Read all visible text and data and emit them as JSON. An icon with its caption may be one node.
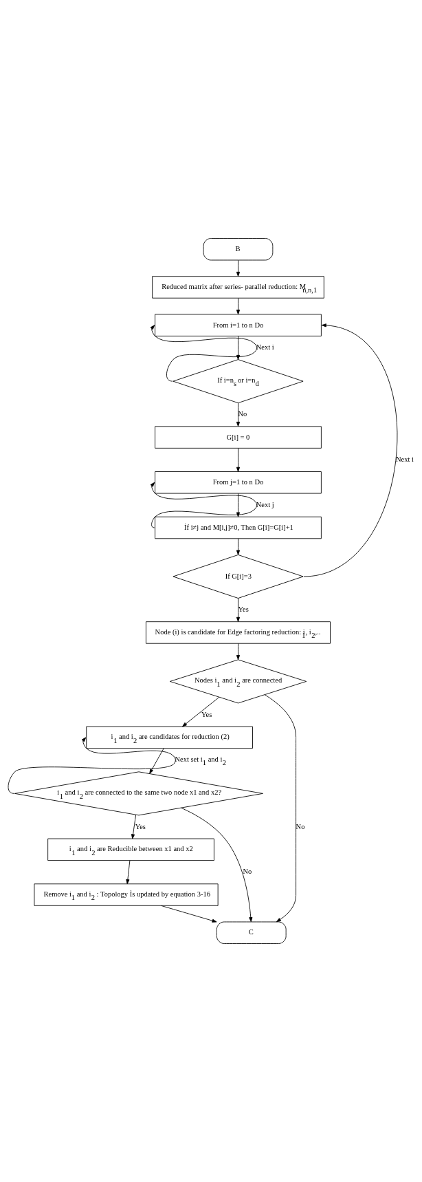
{
  "diagram": {
    "nodes": [
      {
        "text": [
          "B"
        ]
      },
      {
        "text": [
          "Reduced matrix after series- parallel reduction: M$_{n,n,1}$"
        ]
      },
      {
        "text": [
          "From i=1 to n Do"
        ]
      },
      {
        "text": [
          "If i=n$_{s}$ or i=n$_{d}$"
        ]
      },
      {
        "text": [
          "G[i] = 0"
        ]
      },
      {
        "text": [
          "From j=1 to n Do"
        ]
      },
      {
        "text": [
          "İf i≠j and M[i,j]≠0, Then G[i]=G[i]+1"
        ]
      },
      {
        "text": [
          "If G[i]=3"
        ]
      },
      {
        "text": [
          "Node (i) is candidate for Edge factoring reduction: i$_{1}$, i$_{2}$,.."
        ]
      },
      {
        "text": [
          "Nodes i$_{1}$ and i$_{2}$ are connected"
        ]
      },
      {
        "text": [
          "i$_{1}$ and i$_{2}$ are candidates for reduction (2)"
        ]
      },
      {
        "text": [
          "i$_{1}$ and i$_{2}$ are connected to the same two node x1 and x2?"
        ]
      },
      {
        "text": [
          "i$_{1}$ and i$_{2}$ are Reducible between x1 and x2"
        ]
      },
      {
        "text": [
          "Remove i$_{1}$ and i$_{2}$ : Topology İs updated by equation 3-16"
        ]
      },
      {
        "text": [
          "C"
        ]
      }
    ],
    "edges": [
      {
        "from": 0,
        "to": 1,
        "arrow": "to"
      },
      {
        "from": 1,
        "to": 2,
        "arrow": "to"
      },
      {
        "from": 2,
        "to": 3,
        "arrow": "to"
      },
      {
        "from": 3,
        "to": 2,
        "arrow": "to",
        "label": "Next i"
      },
      {
        "from": 3,
        "to": 4,
        "arrow": "to",
        "label": "No"
      },
      {
        "from": 4,
        "to": 5,
        "arrow": "to"
      },
      {
        "from": 5,
        "to": 6,
        "arrow": "to"
      },
      {
        "from": 6,
        "to": 5,
        "arrow": "to",
        "label": "Next j"
      },
      {
        "from": 6,
        "to": 7,
        "arrow": "to"
      },
      {
        "from": 7,
        "to": 2,
        "arrow": "to",
        "label": "Next i"
      },
      {
        "from": 7,
        "to": 8,
        "arrow": "to",
        "label": "Yes"
      },
      {
        "from": 8,
        "to": 9,
        "arrow": "to"
      },
      {
        "from": 9,
        "to": 10,
        "arrow": "to",
        "label": "Yes"
      },
      {
        "from": 9,
        "to": 14,
        "arrow": "to",
        "label": "No"
      },
      {
        "from": 10,
        "to": 11,
        "arrow": "to"
      },
      {
        "from": 11,
        "to": 10,
        "arrow": "to",
        "label": "Next set i$_{1}$ and i$_{2}$"
      },
      {
        "from": 11,
        "to": 14,
        "arrow": "to",
        "label": "No"
      },
      {
        "from": 11,
        "to": 12,
        "arrow": "to",
        "label": "Yes"
      },
      {
        "from": 12,
        "to": 13,
        "arrow": "to"
      },
      {
        "from": 13,
        "to": 14,
        "arrow": "to"
      }
    ]
  }
}
